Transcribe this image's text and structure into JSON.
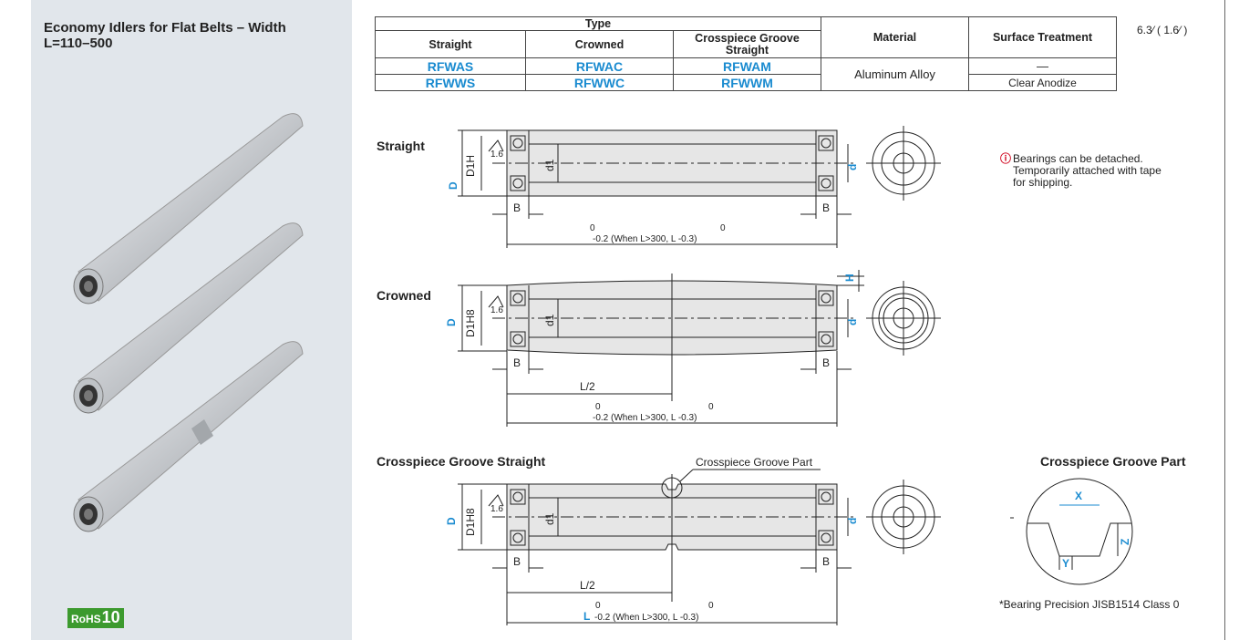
{
  "product": {
    "title": "Economy Idlers for Flat Belts – Width L=110–500",
    "rohs_label": "RoHS",
    "rohs_num": "10"
  },
  "table": {
    "type_header": "Type",
    "col_straight": "Straight",
    "col_crowned": "Crowned",
    "col_groove": "Crosspiece Groove Straight",
    "col_material": "Material",
    "col_surface": "Surface Treatment",
    "rows": [
      {
        "straight": "RFWAS",
        "crowned": "RFWAC",
        "groove": "RFWAM",
        "surface": "—"
      },
      {
        "straight": "RFWWS",
        "crowned": "RFWWC",
        "groove": "RFWWM",
        "surface": "Clear Anodize"
      }
    ],
    "material": "Aluminum Alloy"
  },
  "roughness": {
    "a": "6.3",
    "b": "1.6"
  },
  "diagrams": {
    "straight_label": "Straight",
    "crowned_label": "Crowned",
    "groove_label": "Crosspiece Groove Straight",
    "groove_part_callout": "Crosspiece Groove Part",
    "groove_part_title": "Crosspiece Groove Part",
    "dim_D": "D",
    "dim_D1H": "D1H",
    "dim_D1H8": "D1H8",
    "dim_d1": "d1",
    "dim_d": "d",
    "dim_B": "B",
    "dim_H": "H",
    "dim_L": "L",
    "dim_L2": "L/2",
    "dim_X": "X",
    "dim_Y": "Y",
    "dim_Z": "Z",
    "rough_16": "1.6",
    "tol_zero": "0",
    "tol_text": "-0.2 (When L>300, L -0.3)"
  },
  "notes": {
    "bearing_detach": "Bearings can be detached. Temporarily attached with tape for shipping.",
    "bearing_precision": "*Bearing Precision JISB1514 Class 0"
  }
}
